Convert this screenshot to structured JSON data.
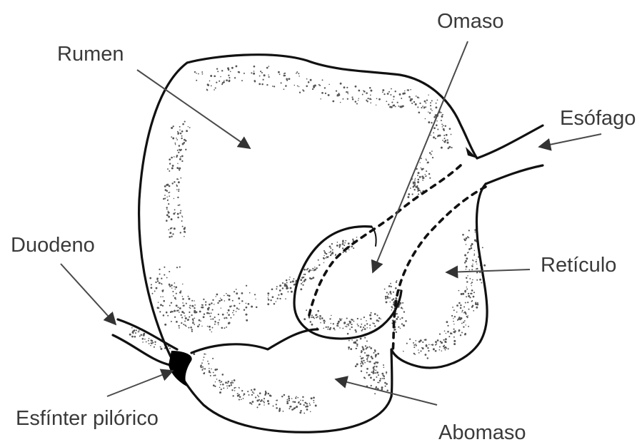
{
  "labels": {
    "rumen": "Rumen",
    "omaso": "Omaso",
    "esofago": "Esófago",
    "duodeno": "Duodeno",
    "reticulo": "Retículo",
    "esfinter": "Esfínter pilórico",
    "abomaso": "Abomaso"
  },
  "colors": {
    "outline": "#111111",
    "text": "#3a3a3a",
    "arrow": "#4a4a4a"
  }
}
